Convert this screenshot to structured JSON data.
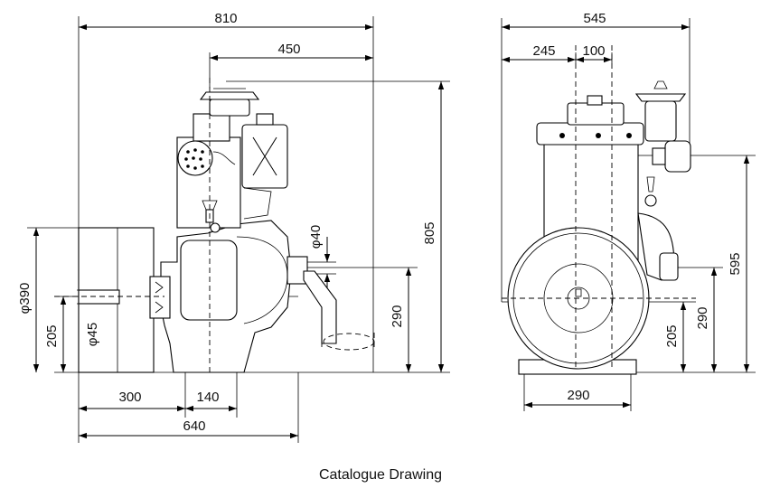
{
  "caption": "Catalogue Drawing",
  "side_view": {
    "dims": {
      "overall_length": "810",
      "top_offset": "450",
      "height": "805",
      "pulley_dia": "φ390",
      "center_height": "205",
      "shaft_dia": "φ45",
      "exhaust_dia": "φ40",
      "exhaust_height": "290",
      "pulley_extent": "300",
      "base_width": "140",
      "length_bottom": "640"
    }
  },
  "front_view": {
    "dims": {
      "overall_width": "545",
      "left_offset": "245",
      "center_offset": "100",
      "height_595": "595",
      "height_290": "290",
      "height_205": "205",
      "base_width": "290"
    }
  }
}
